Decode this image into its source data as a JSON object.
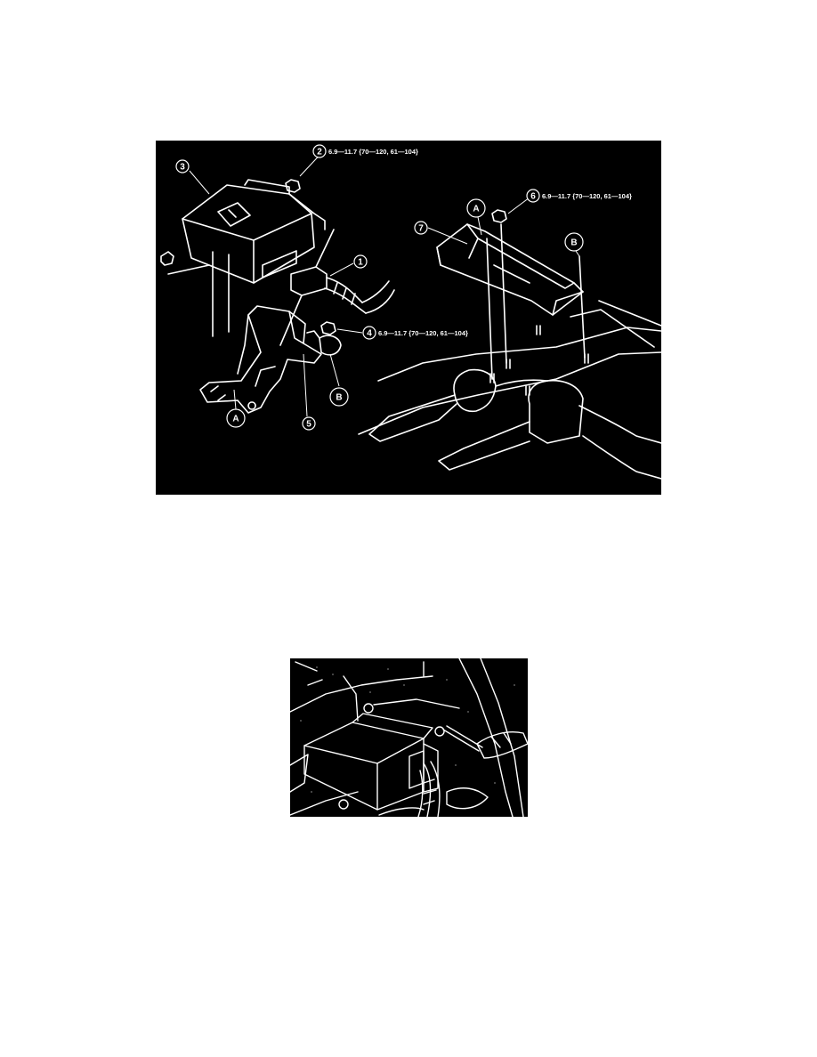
{
  "figure1": {
    "callouts": {
      "c1": "1",
      "c2": "2",
      "c3": "3",
      "c4": "4",
      "c5": "5",
      "c6": "6",
      "c7": "7"
    },
    "letters": {
      "a_left": "A",
      "b_left": "B",
      "a_right": "A",
      "b_right": "B"
    },
    "torque_specs": {
      "nut2": "6.9—11.7 {70—120, 61—104}",
      "nut4": "6.9—11.7 {70—120, 61—104}",
      "nut6": "6.9—11.7 {70—120, 61—104}"
    }
  },
  "colors": {
    "figure_background": "#000000",
    "line_art": "#ffffff",
    "page_background": "#ffffff"
  }
}
